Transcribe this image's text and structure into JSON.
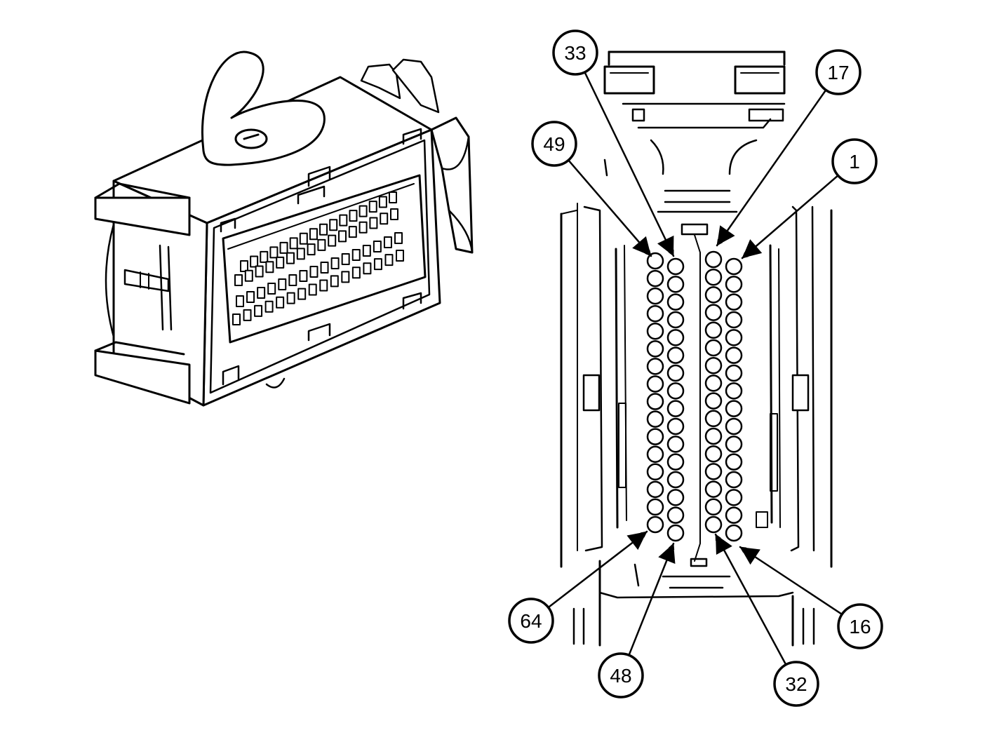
{
  "callouts": [
    {
      "id": "33",
      "label": "33"
    },
    {
      "id": "17",
      "label": "17"
    },
    {
      "id": "49",
      "label": "49"
    },
    {
      "id": "1",
      "label": "1"
    },
    {
      "id": "64",
      "label": "64"
    },
    {
      "id": "16",
      "label": "16"
    },
    {
      "id": "48",
      "label": "48"
    },
    {
      "id": "32",
      "label": "32"
    }
  ],
  "pin_columns": [
    {
      "name": "pins-49-64",
      "count": 16
    },
    {
      "name": "pins-33-48",
      "count": 16
    },
    {
      "name": "pins-17-32",
      "count": 16
    },
    {
      "name": "pins-1-16",
      "count": 16
    }
  ],
  "colors": {
    "ink": "#000000",
    "paper": "#ffffff"
  }
}
